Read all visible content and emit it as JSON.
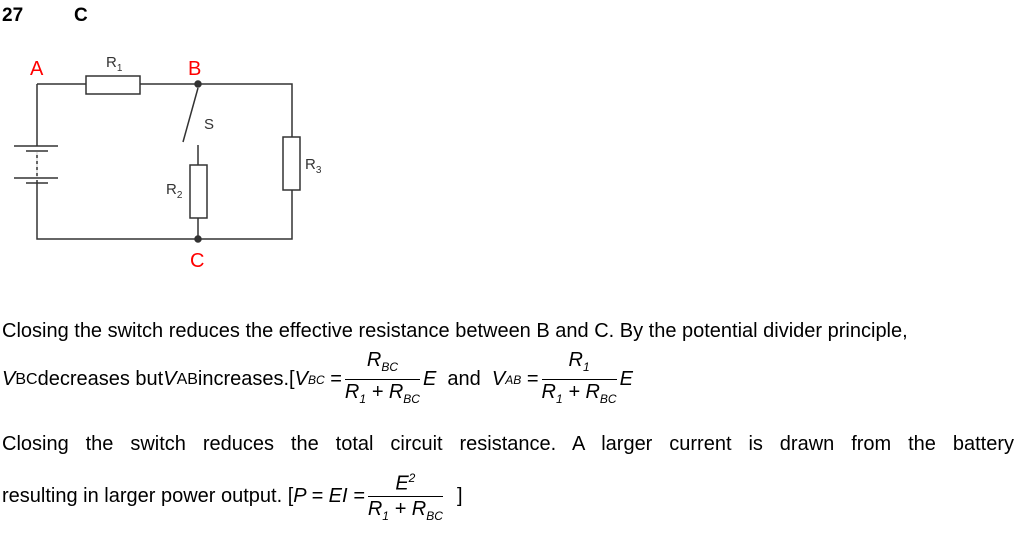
{
  "question": {
    "number": "27",
    "answer": "C"
  },
  "circuit": {
    "labels": {
      "A": "A",
      "B": "B",
      "C": "C",
      "S": "S",
      "R1": "R",
      "R1_sub": "1",
      "R2": "R",
      "R2_sub": "2",
      "R3": "R",
      "R3_sub": "3"
    },
    "node_color": "#ff0000"
  },
  "para1": {
    "line1": "Closing the switch reduces the effective resistance between B and C. By the potential divider principle,",
    "v": "V",
    "bc": "BC",
    "decreases": " decreases but ",
    "ab": "AB",
    "increases": " increases.[",
    "eq1_lhs": "V",
    "eq1_sub": "BC",
    "eq_sign": "=",
    "num1": "R",
    "num1_sub": "BC",
    "den": "R",
    "den_sub1": "1",
    "plus": " + R",
    "den_sub2": "BC",
    "E": "E",
    "and": "and",
    "eq2_lhs": "V",
    "eq2_sub": "AB",
    "num2": "R",
    "num2_sub": "1"
  },
  "para2": {
    "line1": "Closing the switch reduces the total circuit resistance. A larger current is drawn from the battery",
    "line2": "resulting in larger power output. [",
    "eq": "P = EI =",
    "num": "E",
    "num_sup": "2",
    "close": "]"
  }
}
